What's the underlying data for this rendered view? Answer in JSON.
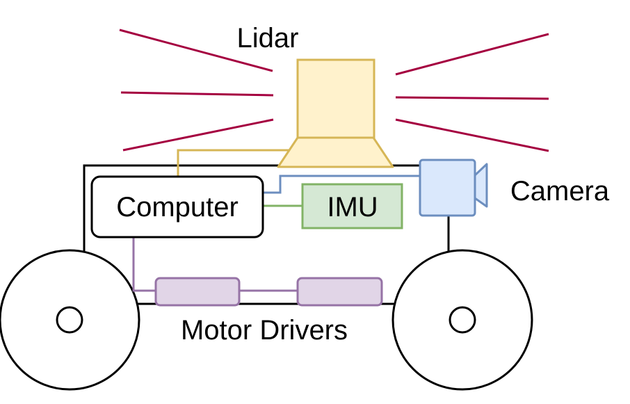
{
  "labels": {
    "lidar": "Lidar",
    "computer": "Computer",
    "imu": "IMU",
    "camera": "Camera",
    "motor_drivers": "Motor Drivers"
  },
  "colors": {
    "lidar_fill": "#fff2cc",
    "lidar_stroke": "#d6b656",
    "lidar_rays": "#a50040",
    "camera_fill": "#dae8fc",
    "camera_stroke": "#6c8ebf",
    "imu_fill": "#d5e8d4",
    "imu_stroke": "#82b366",
    "motor_fill": "#e1d5e7",
    "motor_stroke": "#9673a6",
    "outline": "#000000"
  }
}
